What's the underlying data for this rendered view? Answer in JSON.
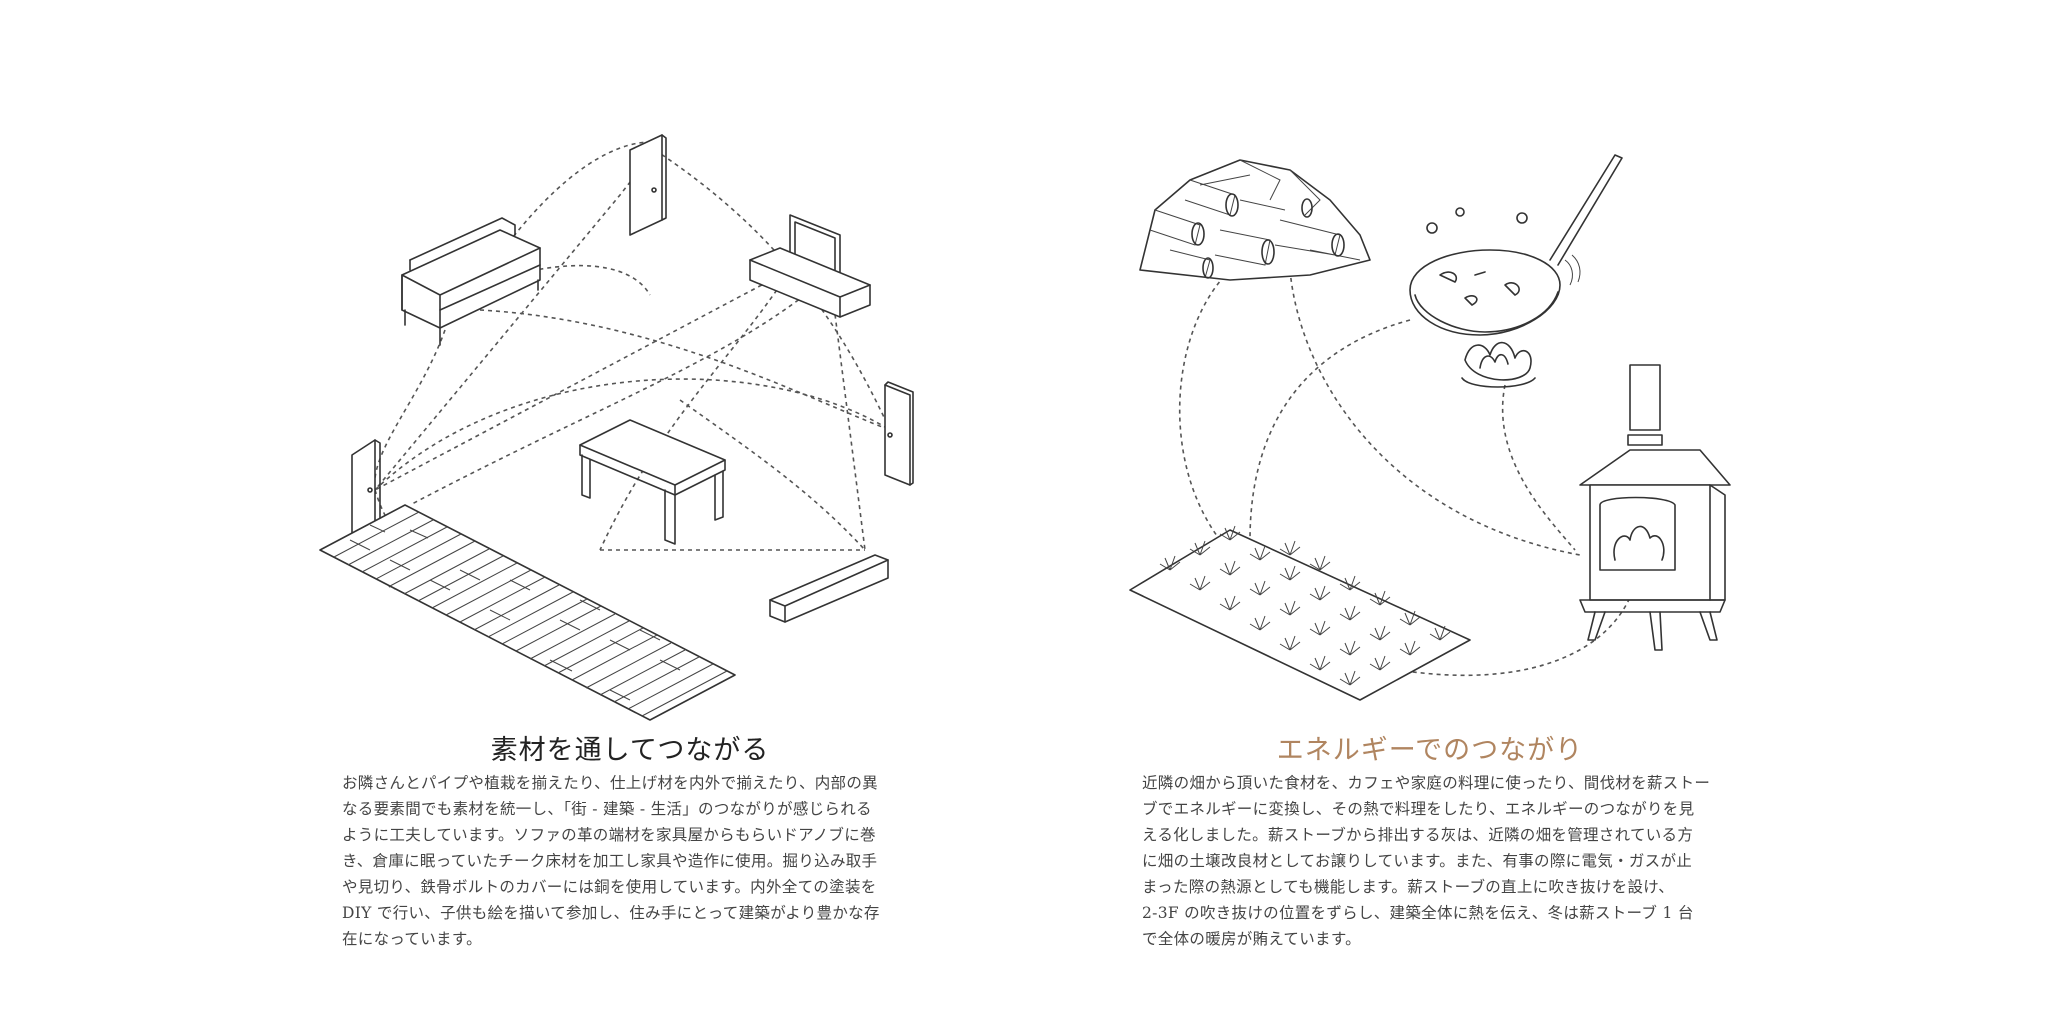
{
  "left_panel": {
    "title": "素材を通してつながる",
    "body": "お隣さんとパイプや植栽を揃えたり、仕上げ材を内外で揃えたり、内部の異\nなる要素間でも素材を統一し、「街 - 建築 - 生活」のつながりが感じられる\nように工夫しています。ソファの革の端材を家具屋からもらいドアノブに巻\nき、倉庫に眠っていたチーク床材を加工し家具や造作に使用。掘り込み取手\nや見切り、鉄骨ボルトのカバーには銅を使用しています。内外全ての塗装を\nDIY で行い、子供も絵を描いて参加し、住み手にとって建築がより豊かな存\n在になっています。",
    "illustration_items": [
      "sofa-icon",
      "door-icon",
      "tv-stand-icon",
      "table-icon",
      "bench-icon",
      "floorboards-icon"
    ]
  },
  "right_panel": {
    "title": "エネルギーでのつながり",
    "body": "近隣の畑から頂いた食材を、カフェや家庭の料理に使ったり、間伐材を薪ストー\nブでエネルギーに変換し、その熱で料理をしたり、エネルギーのつながりを見\nえる化しました。薪ストーブから排出する灰は、近隣の畑を管理されている方\nに畑の土壌改良材としてお譲りしています。また、有事の際に電気・ガスが止\nまった際の熱源としても機能します。薪ストーブの直上に吹き抜けを設け、\n2-3F の吹き抜けの位置をずらし、建築全体に熱を伝え、冬は薪ストーブ 1 台\nで全体の暖房が賄えています。",
    "illustration_items": [
      "firewood-icon",
      "frying-pan-icon",
      "gas-flame-icon",
      "wood-stove-icon",
      "vegetable-field-icon"
    ]
  },
  "colors": {
    "left_title": "#222222",
    "right_title": "#b08560",
    "line": "#333333",
    "body_text": "#444444"
  }
}
